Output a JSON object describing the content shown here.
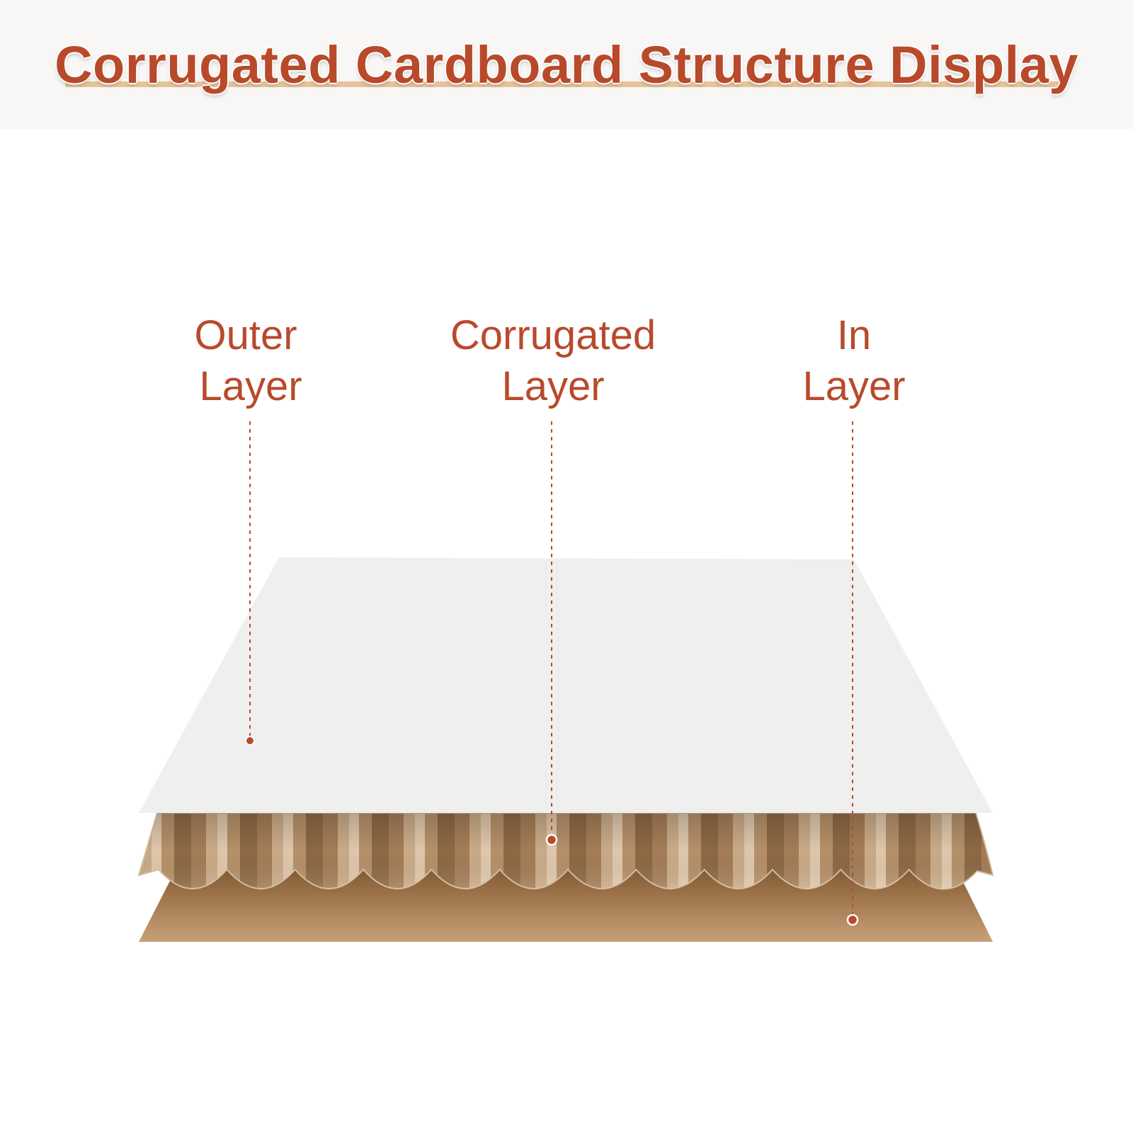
{
  "title": "Corrugated Cardboard Structure Display",
  "colors": {
    "accent": "#b84a2b",
    "underline": "#e6c39c",
    "outer_layer": "#efefef",
    "corrugated_light": "#d9c0a2",
    "corrugated_dark": "#8a6440",
    "inner_layer": "#c39a6e"
  },
  "labels": [
    {
      "line1": "Outer",
      "line2": "Layer"
    },
    {
      "line1": "Corrugated",
      "line2": "Layer"
    },
    {
      "line1": "In",
      "line2": "Layer"
    }
  ]
}
